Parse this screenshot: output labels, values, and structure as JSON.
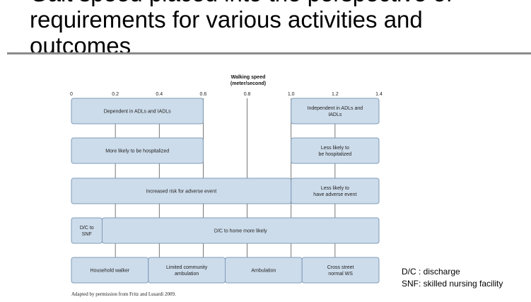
{
  "title": "Gait speed placed into the perspective of requirements for various activities and outcomes",
  "chart_data": {
    "type": "range",
    "axis": {
      "title_line1": "Walking speed",
      "title_line2": "(meter/second)",
      "min": 0,
      "max": 1.4,
      "ticks": [
        {
          "value": 0,
          "label": "0"
        },
        {
          "value": 0.2,
          "label": "0.2"
        },
        {
          "value": 0.4,
          "label": "0.4"
        },
        {
          "value": 0.6,
          "label": "0.6"
        },
        {
          "value": 0.8,
          "label": "0.8"
        },
        {
          "value": 1.0,
          "label": "1.0"
        },
        {
          "value": 1.2,
          "label": "1.2"
        },
        {
          "value": 1.4,
          "label": "1.4"
        }
      ]
    },
    "rows": [
      {
        "segments": [
          {
            "from": 0,
            "to": 0.6,
            "lines": [
              "Dependent in ADLs and IADLs"
            ]
          },
          {
            "from": 1.0,
            "to": 1.4,
            "lines": [
              "Independent in ADLs and",
              "IADLs"
            ]
          }
        ]
      },
      {
        "segments": [
          {
            "from": 0,
            "to": 0.6,
            "lines": [
              "More likely to be hospitalized"
            ]
          },
          {
            "from": 1.0,
            "to": 1.4,
            "lines": [
              "Less likely to",
              "be hospitalized"
            ]
          }
        ]
      },
      {
        "segments": [
          {
            "from": 0,
            "to": 1.0,
            "lines": [
              "Increased risk for adverse event"
            ]
          },
          {
            "from": 1.0,
            "to": 1.4,
            "lines": [
              "Less likely to",
              "have adverse event"
            ]
          }
        ]
      },
      {
        "segments": [
          {
            "from": 0,
            "to": 0.14,
            "lines": [
              "D/C to",
              "SNF"
            ]
          },
          {
            "from": 0.14,
            "to": 1.4,
            "lines": [
              "D/C to home more likely"
            ]
          }
        ]
      },
      {
        "segments": [
          {
            "from": 0,
            "to": 0.35,
            "lines": [
              "Household walker"
            ]
          },
          {
            "from": 0.35,
            "to": 0.7,
            "lines": [
              "Limited community",
              "ambulation"
            ]
          },
          {
            "from": 0.7,
            "to": 1.05,
            "lines": [
              "Ambulation"
            ]
          },
          {
            "from": 1.05,
            "to": 1.4,
            "lines": [
              "Cross street",
              "normal WS"
            ]
          }
        ]
      }
    ],
    "grid_values": [
      0.2,
      0.4,
      0.6,
      0.8,
      1.0,
      1.2
    ]
  },
  "credit": "Adapted by permission from Fritz and Lusardi 2009.",
  "legend": {
    "line1": "D/C : discharge",
    "line2": "SNF: skilled nursing facility"
  }
}
